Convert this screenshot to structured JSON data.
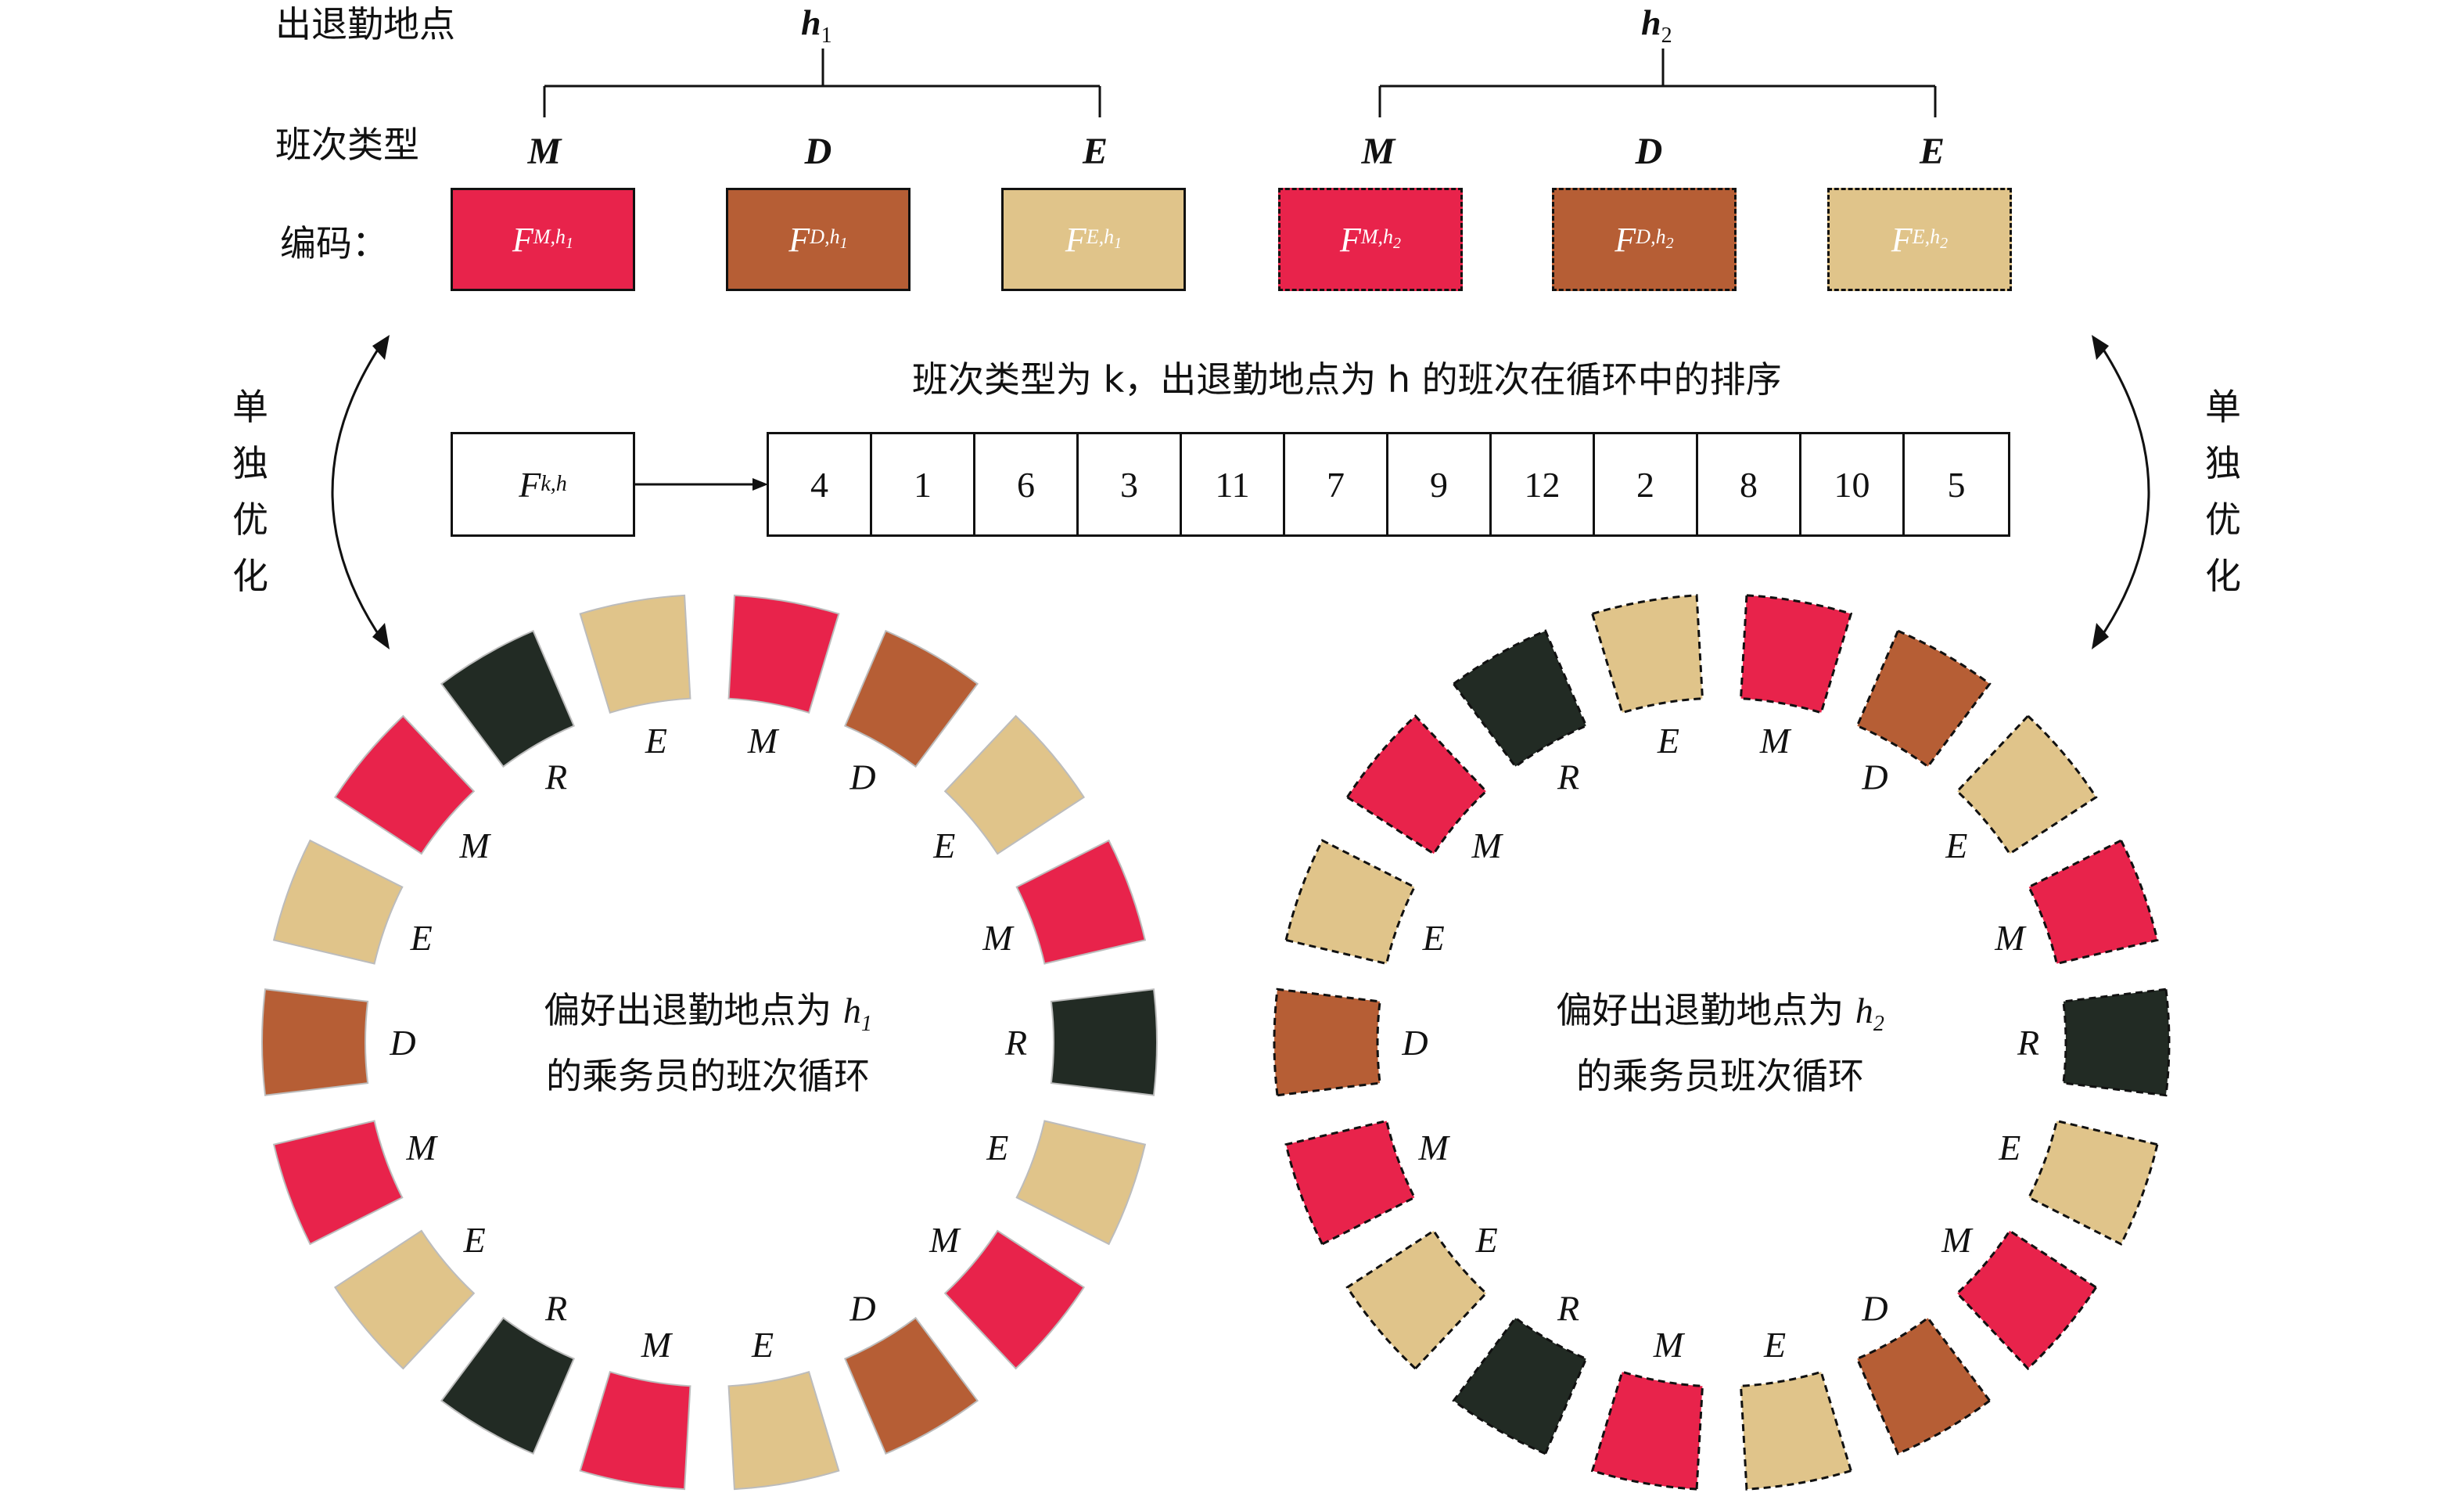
{
  "labels": {
    "location": "出退勤地点",
    "shift_type": "班次类型",
    "encoding": "编码：",
    "sequence_caption": "班次类型为 k，出退勤地点为 h 的班次在循环中的排序",
    "optimize_left": "单独优化",
    "optimize_right": "单独优化"
  },
  "locations": [
    {
      "name": "h",
      "sub": "1"
    },
    {
      "name": "h",
      "sub": "2"
    }
  ],
  "shift_types": [
    "M",
    "D",
    "E",
    "M",
    "D",
    "E"
  ],
  "codes": [
    {
      "main": "F",
      "sub": "M,h",
      "subsub": "1",
      "color": "#e8234b",
      "dashed": false
    },
    {
      "main": "F",
      "sub": "D,h",
      "subsub": "1",
      "color": "#b65e35",
      "dashed": false
    },
    {
      "main": "F",
      "sub": "E,h",
      "subsub": "1",
      "color": "#e0c48a",
      "dashed": false
    },
    {
      "main": "F",
      "sub": "M,h",
      "subsub": "2",
      "color": "#e8234b",
      "dashed": true
    },
    {
      "main": "F",
      "sub": "D,h",
      "subsub": "2",
      "color": "#b65e35",
      "dashed": true
    },
    {
      "main": "F",
      "sub": "E,h",
      "subsub": "2",
      "color": "#e0c48a",
      "dashed": true
    }
  ],
  "fkh": {
    "main": "F",
    "sub": "k,h"
  },
  "sequence": [
    "4",
    "1",
    "6",
    "3",
    "11",
    "7",
    "9",
    "12",
    "2",
    "8",
    "10",
    "5"
  ],
  "colors": {
    "M": "#e8234b",
    "D": "#b65e35",
    "E": "#e0c48a",
    "R": "#222b24"
  },
  "cycles": [
    {
      "line1": "偏好出退勤地点为 ",
      "h": "h",
      "hsub": "1",
      "line2": "的乘务员的班次循环",
      "dashed": false,
      "shifts": [
        "M",
        "D",
        "E",
        "M",
        "R",
        "E",
        "M",
        "D",
        "E",
        "M",
        "R",
        "E",
        "M",
        "D",
        "E",
        "M",
        "R",
        "E"
      ]
    },
    {
      "line1": "偏好出退勤地点为 ",
      "h": "h",
      "hsub": "2",
      "line2": "的乘务员班次循环",
      "dashed": true,
      "shifts": [
        "M",
        "D",
        "E",
        "M",
        "R",
        "E",
        "M",
        "D",
        "E",
        "M",
        "R",
        "E",
        "M",
        "D",
        "E",
        "M",
        "R",
        "E"
      ]
    }
  ]
}
